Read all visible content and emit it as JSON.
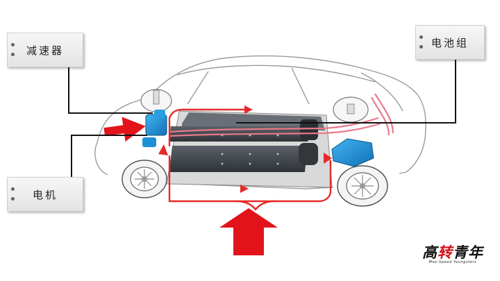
{
  "labels": {
    "reducer": "减速器",
    "battery": "电池组",
    "motor": "电机"
  },
  "brand": {
    "part1": "高",
    "part2": "转",
    "part3": "青年",
    "subtitle": "Max-Speed Youngsters"
  },
  "colors": {
    "arrow": "#e3131b",
    "flow_line": "#e62a2a",
    "leader_line": "#111111",
    "component_blue": "#1e90d6",
    "battery_pack": "#4a4f57"
  },
  "icons": [
    "arrow-icon"
  ]
}
